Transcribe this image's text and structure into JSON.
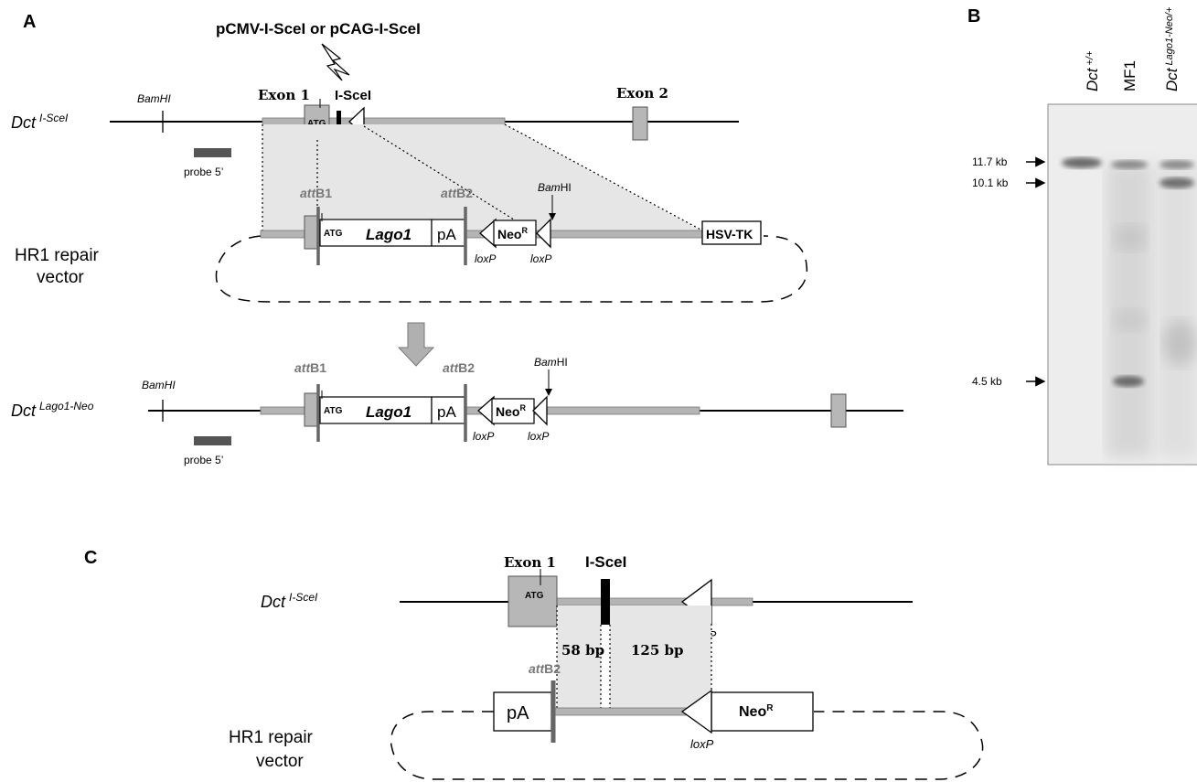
{
  "panels": {
    "a": "A",
    "b": "B",
    "c": "C"
  },
  "panel_a": {
    "transfection": "pCMV-I-SceI or pCAG-I-SceI",
    "top_allele": {
      "name": "Dct",
      "sup": "I-SceI"
    },
    "bamhi": "BamHI",
    "exon1": "Exon 1",
    "exon2": "Exon 2",
    "isce": "I-SceI",
    "atg": "ATG",
    "loxp": "loxP",
    "probe": "probe 5’",
    "attb1": "attB1",
    "attb2": "attB2",
    "vector_line1": "HR1 repair",
    "vector_line2": "vector",
    "lago1": "Lago1",
    "pa": "pA",
    "neor": "Neo",
    "neor_sup": "R",
    "hsvtk": "HSV-TK",
    "bottom_allele": {
      "name": "Dct",
      "sup": "Lago1-Neo"
    }
  },
  "panel_b": {
    "lanes": [
      {
        "name": "Dct",
        "sup": "+/+"
      },
      {
        "name": "MF1",
        "sup": ""
      },
      {
        "name": "Dct",
        "sup": "Lago1-Neo/+"
      }
    ],
    "markers": [
      "11.7 kb",
      "10.1 kb",
      "4.5 kb"
    ]
  },
  "panel_c": {
    "allele": {
      "name": "Dct",
      "sup": "I-SceI"
    },
    "exon1": "Exon 1",
    "atg": "ATG",
    "isce": "I-SceI",
    "loxp": "loxP",
    "bp58": "58 bp",
    "bp125": "125 bp",
    "attb2": "attB2",
    "pa": "pA",
    "neor": "Neo",
    "neor_sup": "R",
    "vector_line1": "HR1 repair",
    "vector_line2": "vector"
  }
}
